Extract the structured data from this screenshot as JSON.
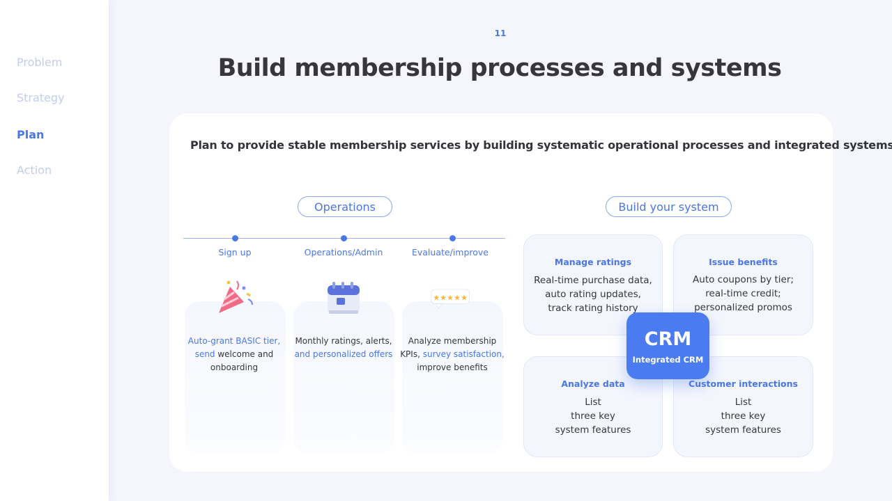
{
  "sidebar": {
    "items": [
      {
        "label": "Problem",
        "active": false
      },
      {
        "label": "Strategy",
        "active": false
      },
      {
        "label": "Plan",
        "active": true
      },
      {
        "label": "Action",
        "active": false
      }
    ]
  },
  "page": {
    "number": "11",
    "title": "Build membership processes and systems",
    "subtitle": "Plan to provide stable membership services by building systematic operational processes and integrated systems"
  },
  "operations": {
    "label": "Operations",
    "steps": [
      {
        "label": "Sign up",
        "icon": "party-popper-icon",
        "desc": [
          {
            "text": "Auto-grant BASIC tier,",
            "hl": true
          },
          {
            "text": "send",
            "hl": true
          },
          {
            "text": " welcome and",
            "hl": false
          },
          {
            "text": "onboarding",
            "hl": false
          }
        ]
      },
      {
        "label": "Operations/Admin",
        "icon": "calendar-icon",
        "desc": [
          {
            "text": "Monthly ratings, alerts,",
            "hl": false
          },
          {
            "text": "and personalized offers",
            "hl": true
          }
        ]
      },
      {
        "label": "Evaluate/improve",
        "icon": "five-star-rating-icon",
        "desc": [
          {
            "text": "Analyze membership",
            "hl": false
          },
          {
            "text": "KPIs, ",
            "hl": false
          },
          {
            "text": "survey satisfaction,",
            "hl": true
          },
          {
            "text": "improve benefits",
            "hl": false
          }
        ]
      }
    ]
  },
  "system": {
    "label": "Build your system",
    "features": [
      {
        "title": "Manage ratings",
        "lines": [
          "Real-time purchase data,",
          "auto rating updates,",
          "track rating history"
        ]
      },
      {
        "title": "Issue benefits",
        "lines": [
          "Auto coupons by tier;",
          "real-time credit;",
          "personalized promos"
        ]
      },
      {
        "title": "Analyze data",
        "lines": [
          "List",
          "three key",
          "system features"
        ]
      },
      {
        "title": "Customer interactions",
        "lines": [
          "List",
          "three key",
          "system features"
        ]
      }
    ],
    "crm": {
      "main": "CRM",
      "sub": "Integrated CRM"
    }
  },
  "colors": {
    "accent": "#4a76e6",
    "crm": "#4a7bf0",
    "text": "#36363c",
    "muted_nav": "#c3cdea"
  }
}
